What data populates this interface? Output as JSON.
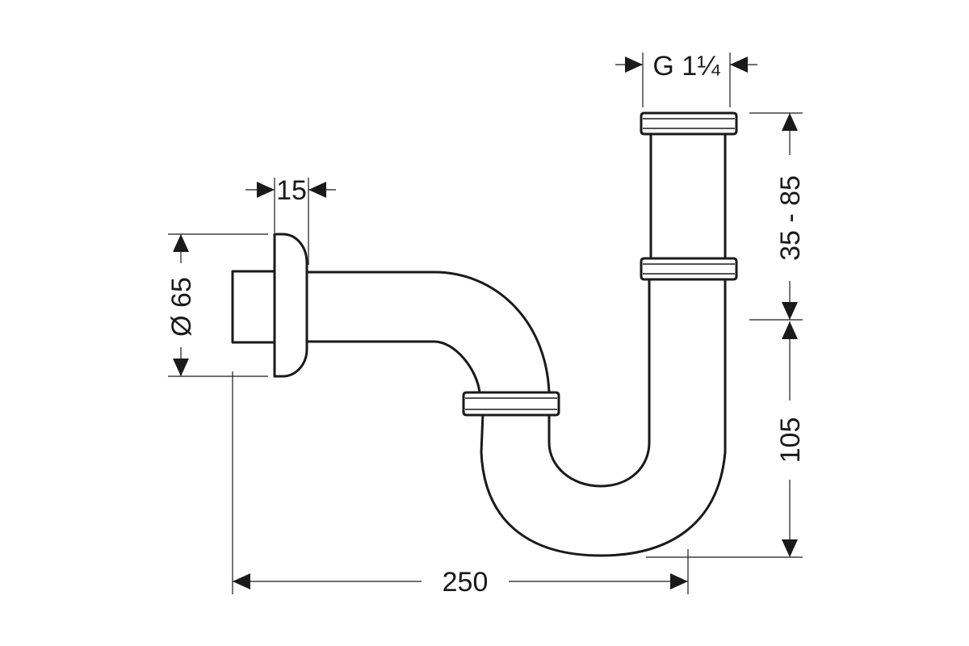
{
  "dimensions": {
    "thread_size": "G 1¼",
    "flange_thickness": "15",
    "flange_diameter": "Ø 65",
    "height_adjust": "35 - 85",
    "trap_depth": "105",
    "total_width": "250"
  },
  "colors": {
    "line": "#1a1a1a",
    "background": "#ffffff"
  }
}
